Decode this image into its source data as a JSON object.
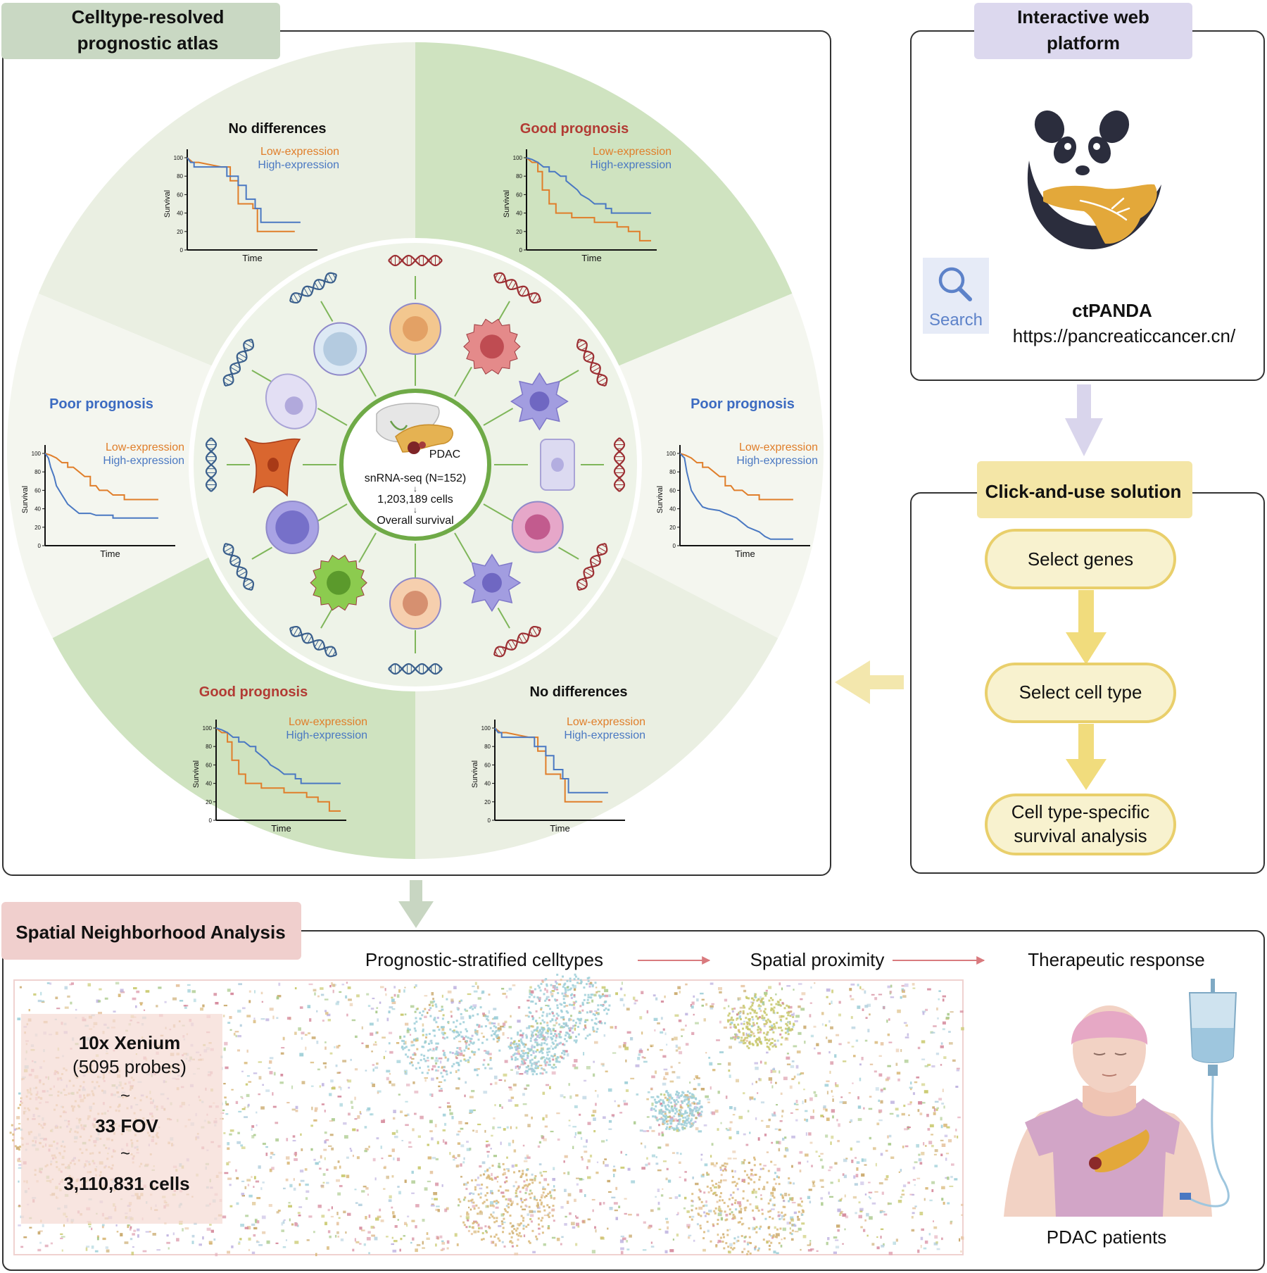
{
  "atlas": {
    "title_line1": "Celltype-resolved",
    "title_line2": "prognostic atlas",
    "center": {
      "organ_label": "PDAC",
      "cohort": "snRNA-seq (N=152)",
      "cells": "1,203,189 cells",
      "endpoint": "Overall survival"
    },
    "panels": [
      {
        "label": "No differences",
        "kind": "none"
      },
      {
        "label": "Good prognosis",
        "kind": "good"
      },
      {
        "label": "Poor prognosis",
        "kind": "poor"
      },
      {
        "label": "Poor prognosis",
        "kind": "poor"
      },
      {
        "label": "Good prognosis",
        "kind": "good"
      },
      {
        "label": "No differences",
        "kind": "none"
      }
    ],
    "legend_low": "Low-expression",
    "legend_high": "High-expression",
    "y_axis_label": "Survival",
    "x_axis_label": "Time",
    "y_ticks": [
      "0",
      "20",
      "40",
      "60",
      "80",
      "100"
    ],
    "curves": {
      "none": {
        "low": [
          [
            0,
            100
          ],
          [
            5,
            95
          ],
          [
            10,
            95
          ],
          [
            30,
            90
          ],
          [
            38,
            90
          ],
          [
            38,
            75
          ],
          [
            45,
            75
          ],
          [
            45,
            50
          ],
          [
            58,
            50
          ],
          [
            58,
            45
          ],
          [
            62,
            45
          ],
          [
            62,
            20
          ],
          [
            95,
            20
          ]
        ],
        "high": [
          [
            0,
            100
          ],
          [
            3,
            95
          ],
          [
            6,
            95
          ],
          [
            6,
            90
          ],
          [
            35,
            90
          ],
          [
            35,
            80
          ],
          [
            45,
            80
          ],
          [
            45,
            70
          ],
          [
            52,
            70
          ],
          [
            52,
            55
          ],
          [
            60,
            55
          ],
          [
            60,
            45
          ],
          [
            65,
            45
          ],
          [
            65,
            30
          ],
          [
            100,
            30
          ]
        ]
      },
      "good": {
        "low": [
          [
            0,
            100
          ],
          [
            5,
            95
          ],
          [
            10,
            95
          ],
          [
            10,
            85
          ],
          [
            14,
            85
          ],
          [
            14,
            65
          ],
          [
            20,
            65
          ],
          [
            20,
            50
          ],
          [
            26,
            50
          ],
          [
            26,
            40
          ],
          [
            40,
            40
          ],
          [
            40,
            35
          ],
          [
            60,
            35
          ],
          [
            60,
            30
          ],
          [
            80,
            30
          ],
          [
            80,
            25
          ],
          [
            90,
            25
          ],
          [
            90,
            20
          ],
          [
            100,
            20
          ],
          [
            100,
            10
          ],
          [
            110,
            10
          ]
        ],
        "high": [
          [
            0,
            100
          ],
          [
            5,
            98
          ],
          [
            10,
            95
          ],
          [
            15,
            90
          ],
          [
            20,
            90
          ],
          [
            20,
            85
          ],
          [
            25,
            85
          ],
          [
            30,
            80
          ],
          [
            35,
            80
          ],
          [
            35,
            75
          ],
          [
            40,
            70
          ],
          [
            45,
            65
          ],
          [
            48,
            60
          ],
          [
            55,
            55
          ],
          [
            60,
            50
          ],
          [
            70,
            50
          ],
          [
            70,
            45
          ],
          [
            75,
            45
          ],
          [
            75,
            40
          ],
          [
            110,
            40
          ]
        ]
      },
      "poor": {
        "low": [
          [
            0,
            100
          ],
          [
            5,
            98
          ],
          [
            10,
            95
          ],
          [
            15,
            90
          ],
          [
            20,
            90
          ],
          [
            20,
            85
          ],
          [
            25,
            85
          ],
          [
            30,
            80
          ],
          [
            35,
            75
          ],
          [
            40,
            75
          ],
          [
            40,
            65
          ],
          [
            45,
            65
          ],
          [
            48,
            60
          ],
          [
            55,
            60
          ],
          [
            60,
            55
          ],
          [
            70,
            55
          ],
          [
            70,
            50
          ],
          [
            100,
            50
          ]
        ],
        "high": [
          [
            0,
            100
          ],
          [
            3,
            95
          ],
          [
            5,
            85
          ],
          [
            8,
            75
          ],
          [
            10,
            65
          ],
          [
            15,
            55
          ],
          [
            20,
            45
          ],
          [
            25,
            40
          ],
          [
            30,
            35
          ],
          [
            40,
            35
          ],
          [
            45,
            33
          ],
          [
            60,
            33
          ],
          [
            60,
            30
          ],
          [
            100,
            30
          ]
        ]
      },
      "poor_right": {
        "low": [
          [
            0,
            100
          ],
          [
            5,
            98
          ],
          [
            10,
            95
          ],
          [
            15,
            90
          ],
          [
            20,
            90
          ],
          [
            20,
            85
          ],
          [
            25,
            85
          ],
          [
            30,
            80
          ],
          [
            35,
            75
          ],
          [
            40,
            75
          ],
          [
            40,
            65
          ],
          [
            45,
            65
          ],
          [
            48,
            60
          ],
          [
            55,
            60
          ],
          [
            60,
            55
          ],
          [
            70,
            55
          ],
          [
            70,
            50
          ],
          [
            100,
            50
          ]
        ],
        "high": [
          [
            0,
            100
          ],
          [
            4,
            95
          ],
          [
            6,
            80
          ],
          [
            8,
            70
          ],
          [
            10,
            60
          ],
          [
            15,
            50
          ],
          [
            20,
            42
          ],
          [
            25,
            40
          ],
          [
            35,
            38
          ],
          [
            40,
            35
          ],
          [
            50,
            30
          ],
          [
            55,
            25
          ],
          [
            60,
            20
          ],
          [
            70,
            15
          ],
          [
            75,
            10
          ],
          [
            80,
            7
          ],
          [
            100,
            7
          ]
        ]
      }
    }
  },
  "web": {
    "title_line1": "Interactive web",
    "title_line2": "platform",
    "search_label": "Search",
    "app_name": "ctPANDA",
    "url": "https://pancreaticcancer.cn/"
  },
  "solution": {
    "title": "Click-and-use solution",
    "steps": [
      {
        "line1": "Select genes",
        "line2": ""
      },
      {
        "line1": "Select cell type",
        "line2": ""
      },
      {
        "line1": "Cell type-specific",
        "line2": "survival analysis"
      }
    ]
  },
  "spatial": {
    "title": "Spatial Neighborhood Analysis",
    "flow": [
      "Prognostic-stratified celltypes",
      "Spatial proximity",
      "Therapeutic response"
    ],
    "platform": "10x Xenium",
    "probes": "(5095 probes)",
    "fov": "33 FOV",
    "cells": "3,110,831 cells",
    "patients_label": "PDAC patients"
  },
  "colors": {
    "low_curve": "#e07e2a",
    "high_curve": "#4a78c2",
    "good_text": "#b23b34",
    "poor_text": "#3c6bc1",
    "atlas_header": "#c9d8c3",
    "web_header": "#dcd8ee",
    "solution_header": "#f4e6a7",
    "spatial_header": "#f0cfcd",
    "sector_light": "#eaefe2",
    "sector_mid": "#cfe3c0",
    "ring_green": "#6faa47"
  }
}
